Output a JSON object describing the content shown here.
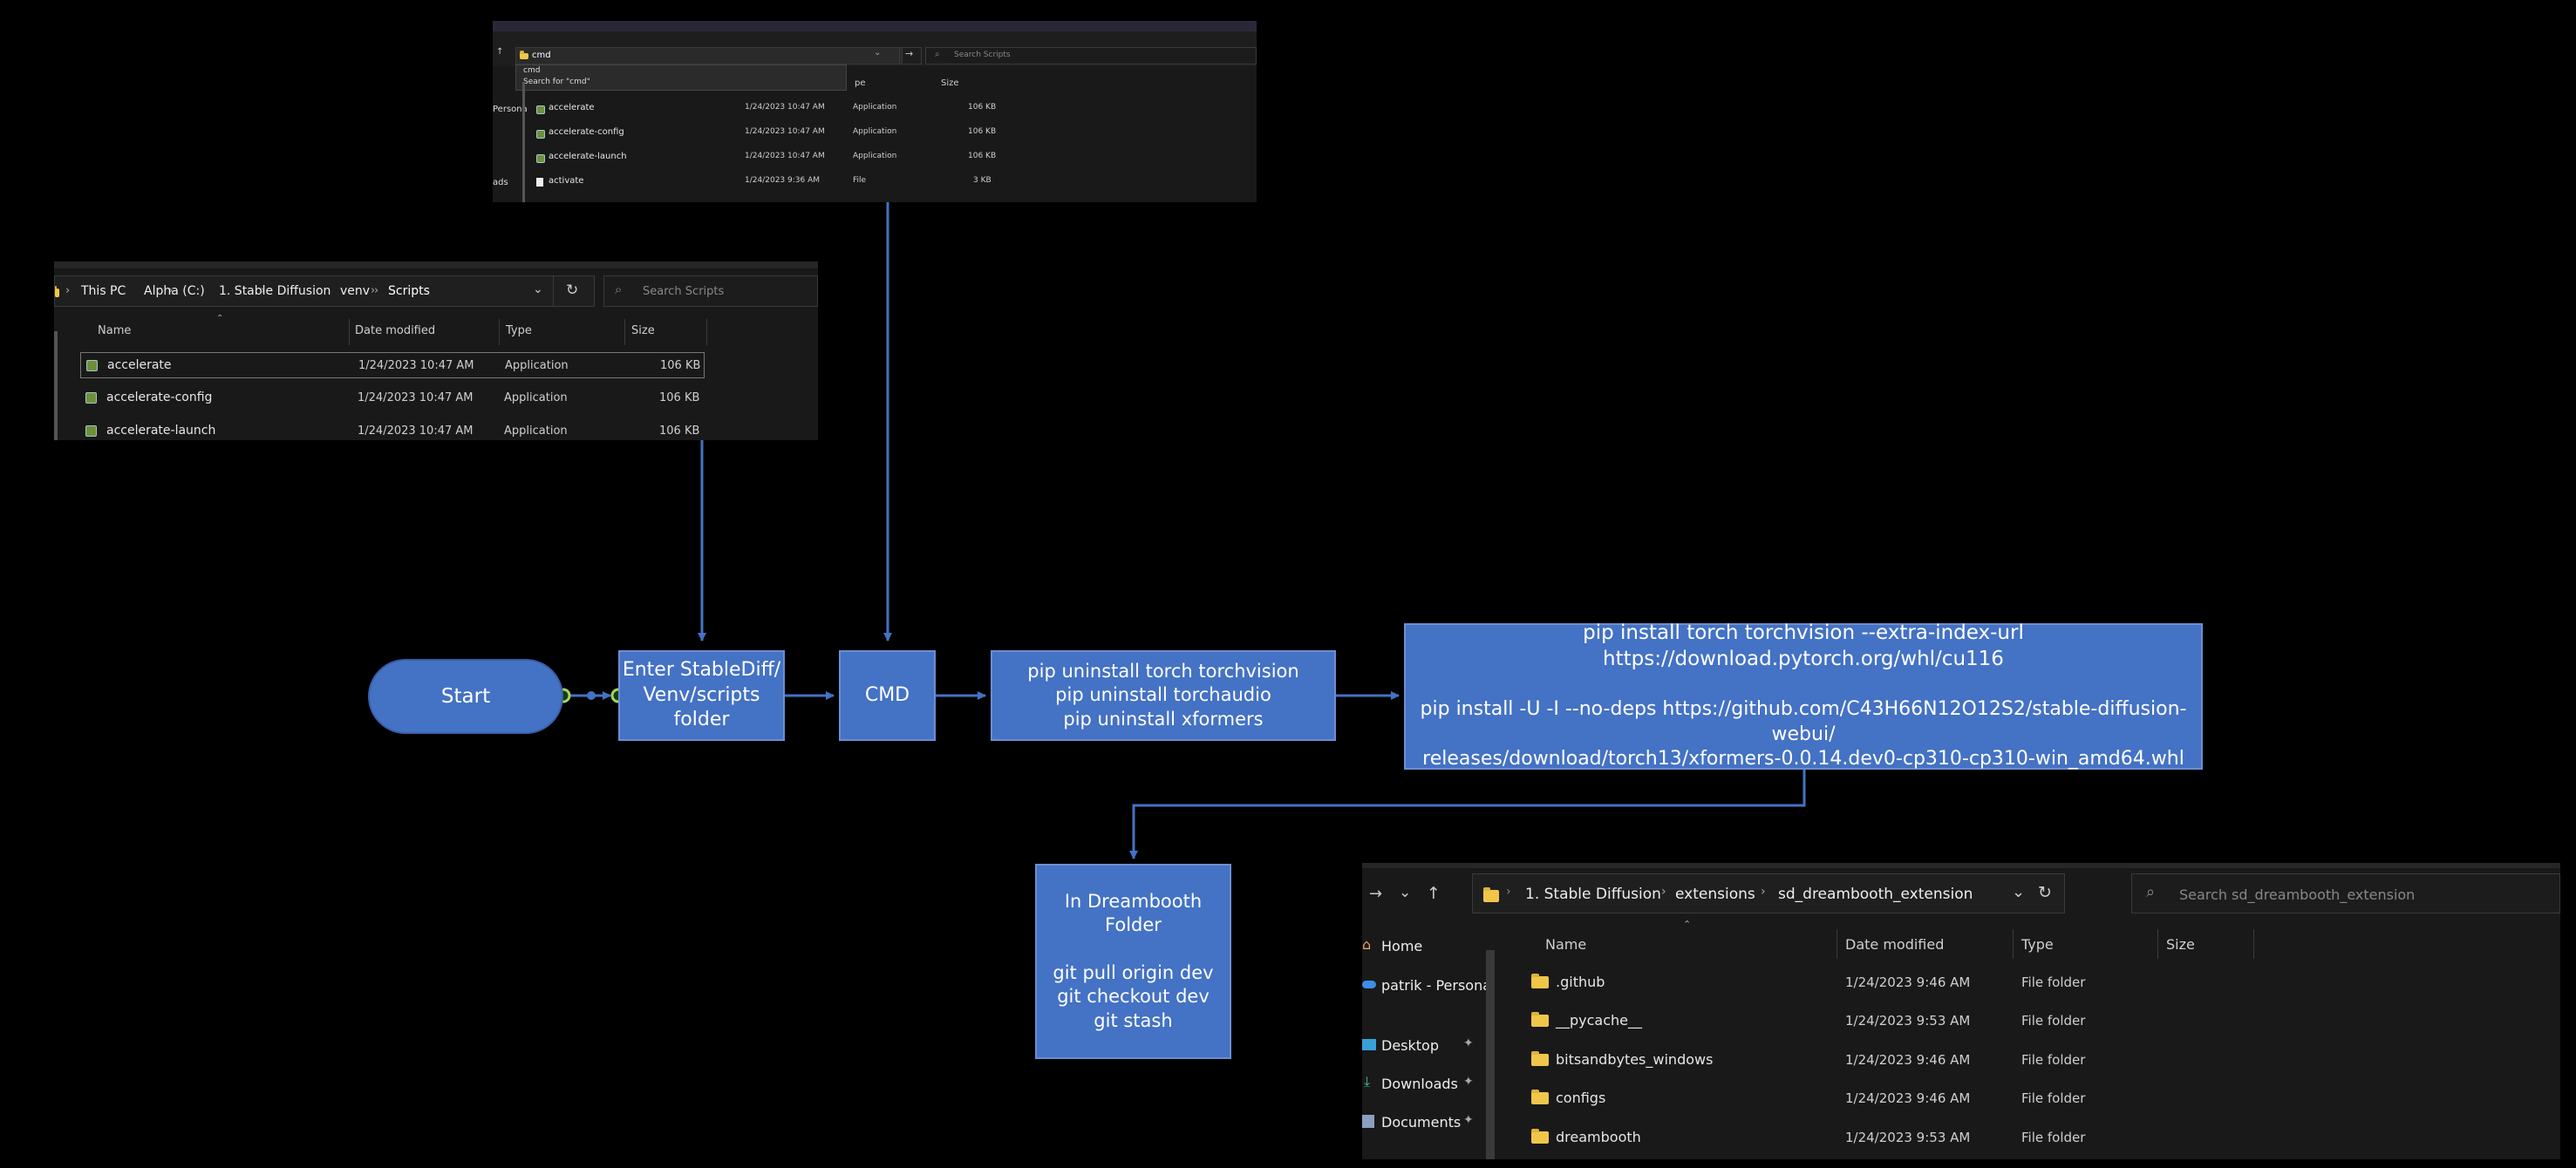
{
  "diagram": {
    "start": "Start",
    "enter": "Enter StableDiff/\nVenv/scripts\nfolder",
    "cmd": "CMD",
    "uninstall": "pip uninstall torch torchvision\npip uninstall torchaudio\npip uninstall xformers",
    "install_1": "pip install torch torchvision --extra-index-url https://download.pytorch.org/whl/cu116",
    "install_2": "pip install -U -I --no-deps https://github.com/C43H66N12O12S2/stable-diffusion-webui/\nreleases/download/torch13/xformers-0.0.14.dev0-cp310-cp310-win_amd64.whl",
    "dreambooth": "In Dreambooth\nFolder\n\ngit pull origin dev\ngit checkout dev\ngit stash",
    "colors": {
      "box": "#4472c4",
      "connector": "#4472c4",
      "background": "#000000"
    }
  },
  "explorer_top": {
    "address_text": "cmd",
    "suggestion": "cmd",
    "search_for": "Search for \"cmd\"",
    "search_placeholder": "Search Scripts",
    "col_type": "pe",
    "col_size": "Size",
    "side_personal": "Persona",
    "side_downloads": "ads",
    "rows": [
      {
        "name": "accelerate",
        "date": "1/24/2023 10:47 AM",
        "type": "Application",
        "size": "106 KB"
      },
      {
        "name": "accelerate-config",
        "date": "1/24/2023 10:47 AM",
        "type": "Application",
        "size": "106 KB"
      },
      {
        "name": "accelerate-launch",
        "date": "1/24/2023 10:47 AM",
        "type": "Application",
        "size": "106 KB"
      },
      {
        "name": "activate",
        "date": "1/24/2023 9:36 AM",
        "type": "File",
        "size": "3 KB"
      }
    ]
  },
  "explorer_left": {
    "breadcrumb": [
      "This PC",
      "Alpha (C:)",
      "1. Stable Diffusion",
      "venv",
      "Scripts"
    ],
    "search_placeholder": "Search Scripts",
    "columns": {
      "name": "Name",
      "date": "Date modified",
      "type": "Type",
      "size": "Size"
    },
    "rows": [
      {
        "name": "accelerate",
        "date": "1/24/2023 10:47 AM",
        "type": "Application",
        "size": "106 KB"
      },
      {
        "name": "accelerate-config",
        "date": "1/24/2023 10:47 AM",
        "type": "Application",
        "size": "106 KB"
      },
      {
        "name": "accelerate-launch",
        "date": "1/24/2023 10:47 AM",
        "type": "Application",
        "size": "106 KB"
      }
    ]
  },
  "explorer_right": {
    "breadcrumb": [
      "1. Stable Diffusion",
      "extensions",
      "sd_dreambooth_extension"
    ],
    "search_placeholder": "Search sd_dreambooth_extension",
    "columns": {
      "name": "Name",
      "date": "Date modified",
      "type": "Type",
      "size": "Size"
    },
    "sidebar": [
      {
        "label": "Home",
        "icon": "home-icon"
      },
      {
        "label": "patrik - Persona",
        "icon": "cloud-icon"
      },
      {
        "label": "Desktop",
        "icon": "desktop-icon"
      },
      {
        "label": "Downloads",
        "icon": "download-icon"
      },
      {
        "label": "Documents",
        "icon": "document-icon"
      }
    ],
    "rows": [
      {
        "name": ".github",
        "date": "1/24/2023 9:46 AM",
        "type": "File folder"
      },
      {
        "name": "__pycache__",
        "date": "1/24/2023 9:53 AM",
        "type": "File folder"
      },
      {
        "name": "bitsandbytes_windows",
        "date": "1/24/2023 9:46 AM",
        "type": "File folder"
      },
      {
        "name": "configs",
        "date": "1/24/2023 9:46 AM",
        "type": "File folder"
      },
      {
        "name": "dreambooth",
        "date": "1/24/2023 9:53 AM",
        "type": "File folder"
      }
    ]
  }
}
